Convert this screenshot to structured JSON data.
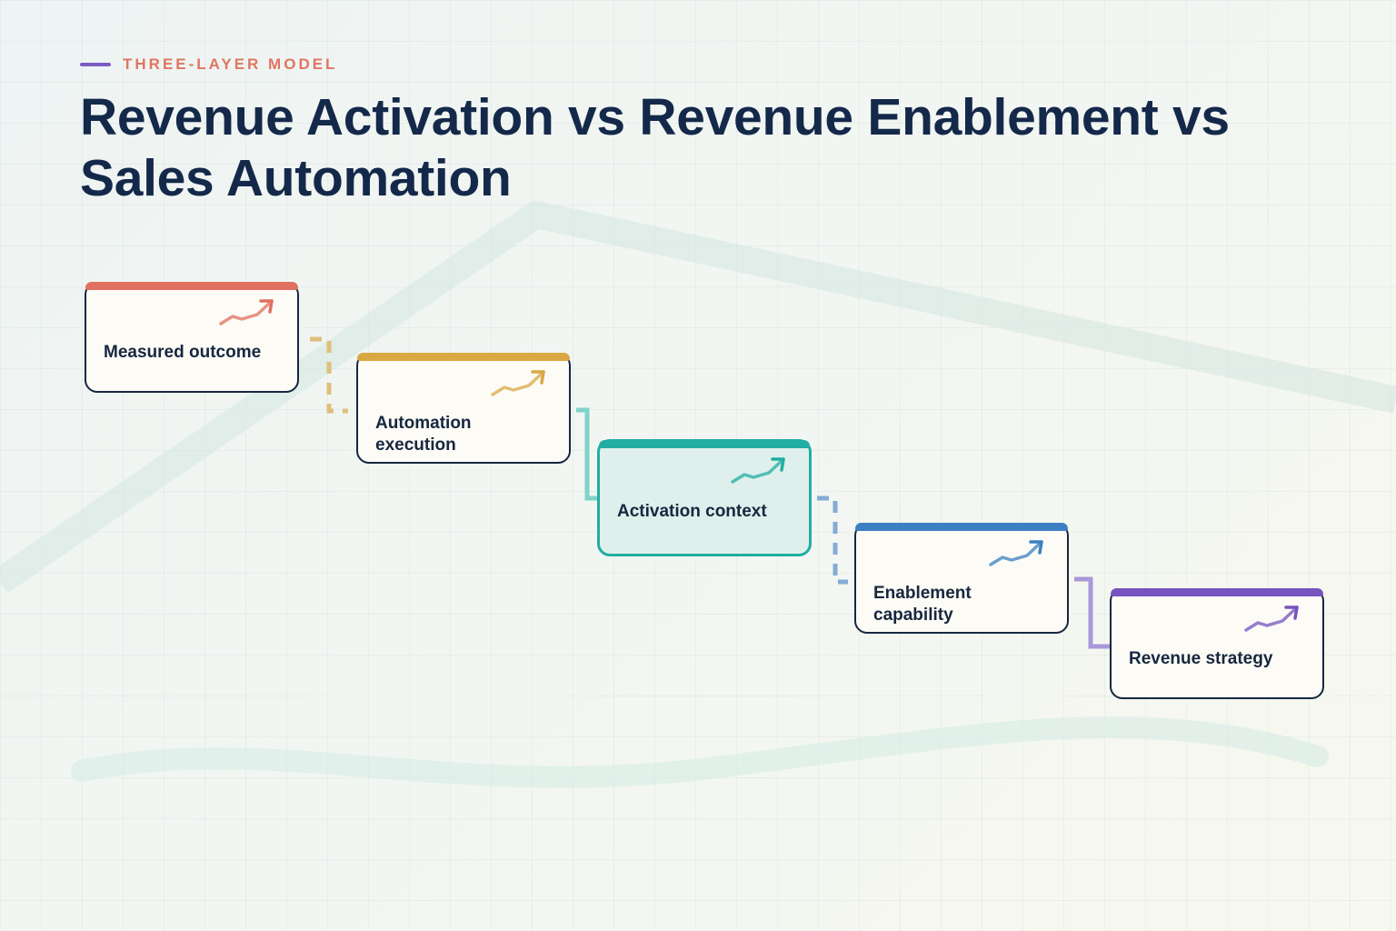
{
  "header": {
    "eyebrow": "THREE-LAYER MODEL",
    "title": "Revenue Activation vs Revenue Enablement vs Sales Automation"
  },
  "colors": {
    "title": "#14294a",
    "eyebrow_text": "#e07560",
    "eyebrow_bar": "#7b5cc4",
    "card_border": "#16273f",
    "card_fill": "#fcfbf6",
    "active_fill": "#dff0ec"
  },
  "steps": [
    {
      "label": "Measured outcome",
      "color": "#e0705f",
      "icon": "trend-up-icon",
      "active": false
    },
    {
      "label": "Automation execution",
      "color": "#d9a843",
      "icon": "trend-up-icon",
      "active": false
    },
    {
      "label": "Activation context",
      "color": "#22ada3",
      "icon": "trend-up-icon",
      "active": true
    },
    {
      "label": "Enablement capability",
      "color": "#3c7fc2",
      "icon": "trend-up-icon",
      "active": false
    },
    {
      "label": "Revenue strategy",
      "color": "#7653bf",
      "icon": "trend-up-icon",
      "active": false
    }
  ],
  "connectors": [
    {
      "from": "Measured outcome",
      "to": "Automation execution",
      "style": "dashed",
      "color": "#dec07a"
    },
    {
      "from": "Automation execution",
      "to": "Activation context",
      "style": "solid",
      "color": "#7fd3c8"
    },
    {
      "from": "Activation context",
      "to": "Enablement capability",
      "style": "dashed",
      "color": "#84acd4"
    },
    {
      "from": "Enablement capability",
      "to": "Revenue strategy",
      "style": "solid",
      "color": "#a898d8"
    }
  ]
}
